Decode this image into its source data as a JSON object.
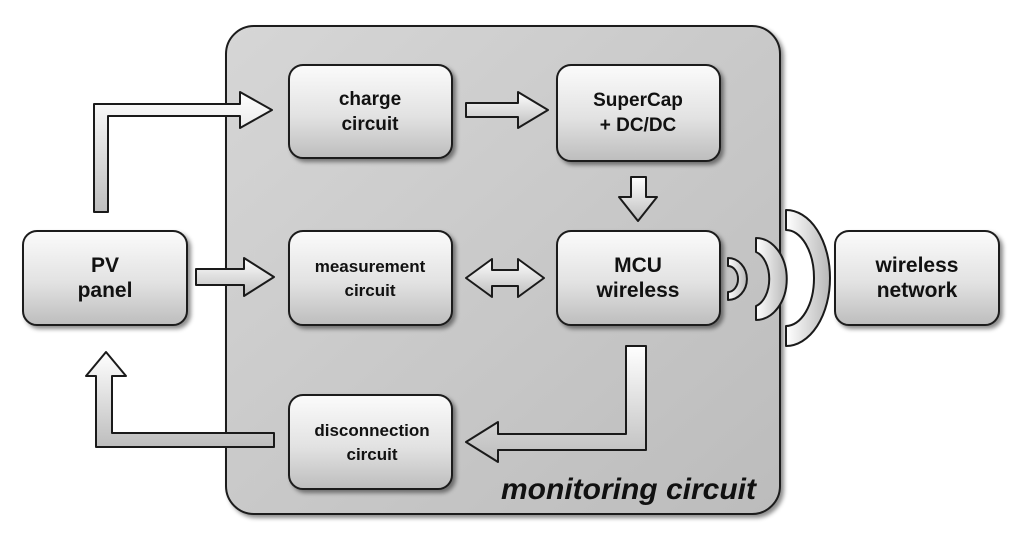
{
  "diagram": {
    "container_label": "monitoring circuit",
    "blocks": {
      "pv_panel": [
        "PV",
        "panel"
      ],
      "charge_circuit": [
        "charge",
        "circuit"
      ],
      "supercap": [
        "SuperCap",
        "+ DC/DC"
      ],
      "measurement_circuit": [
        "measurement",
        "circuit"
      ],
      "mcu_wireless": [
        "MCU",
        "wireless"
      ],
      "disconnection_circuit": [
        "disconnection",
        "circuit"
      ],
      "wireless_network": [
        "wireless",
        "network"
      ]
    },
    "connections": [
      {
        "from": "PV panel",
        "to": "charge circuit"
      },
      {
        "from": "charge circuit",
        "to": "SuperCap + DC/DC"
      },
      {
        "from": "SuperCap + DC/DC",
        "to": "MCU wireless"
      },
      {
        "from": "PV panel",
        "to": "measurement circuit"
      },
      {
        "from": "measurement circuit",
        "to": "MCU wireless",
        "bidirectional": true
      },
      {
        "from": "MCU wireless",
        "to": "disconnection circuit"
      },
      {
        "from": "disconnection circuit",
        "to": "PV panel"
      },
      {
        "from": "MCU wireless",
        "to": "wireless network",
        "wireless": true
      }
    ],
    "colors": {
      "box_fill_top": "#f7f7f7",
      "box_fill_bottom": "#c4c4c4",
      "container_fill": "#c9c9c9",
      "outline": "#1a1a1a"
    }
  }
}
